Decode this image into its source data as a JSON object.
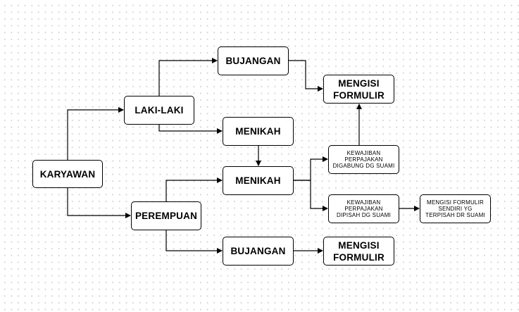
{
  "nodes": {
    "karyawan": "KARYAWAN",
    "laki_laki": "LAKI-LAKI",
    "perempuan": "PEREMPUAN",
    "bujangan_top": "BUJANGAN",
    "menikah_top": "MENIKAH",
    "mengisi_formulir_top": "MENGISI\nFORMULIR",
    "menikah_bottom": "MENIKAH",
    "bujangan_bottom": "BUJANGAN",
    "mengisi_formulir_bottom": "MENGISI\nFORMULIR",
    "kewajiban_digabung": "KEWAJIBAN\nPERPAJAKAN\nDIGABUNG DG SUAMI",
    "kewajiban_dipisah": "KEWAJIBAN\nPERPAJAKAN\nDIPISAH DG SUAMI",
    "mengisi_formulir_sendiri": "MENGISI FORMULIR\nSENDIRI YG\nTERPISAH DR SUAMI"
  }
}
